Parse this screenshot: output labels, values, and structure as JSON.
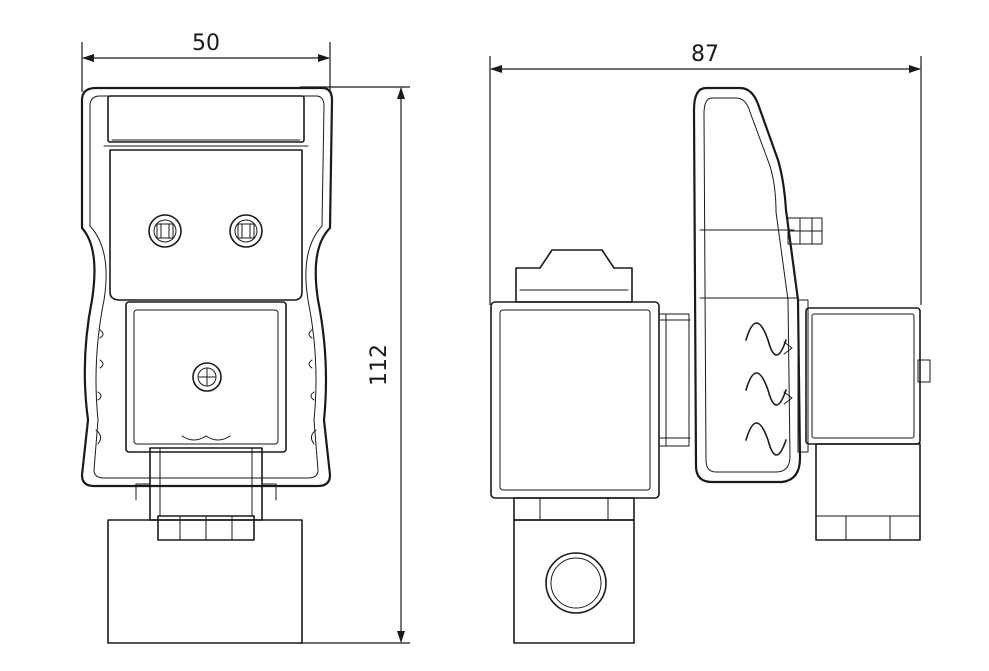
{
  "dimensions": {
    "width_front": "50",
    "width_side": "87",
    "height": "112"
  },
  "colors": {
    "line": "#1a1a1a",
    "background": "#ffffff"
  }
}
